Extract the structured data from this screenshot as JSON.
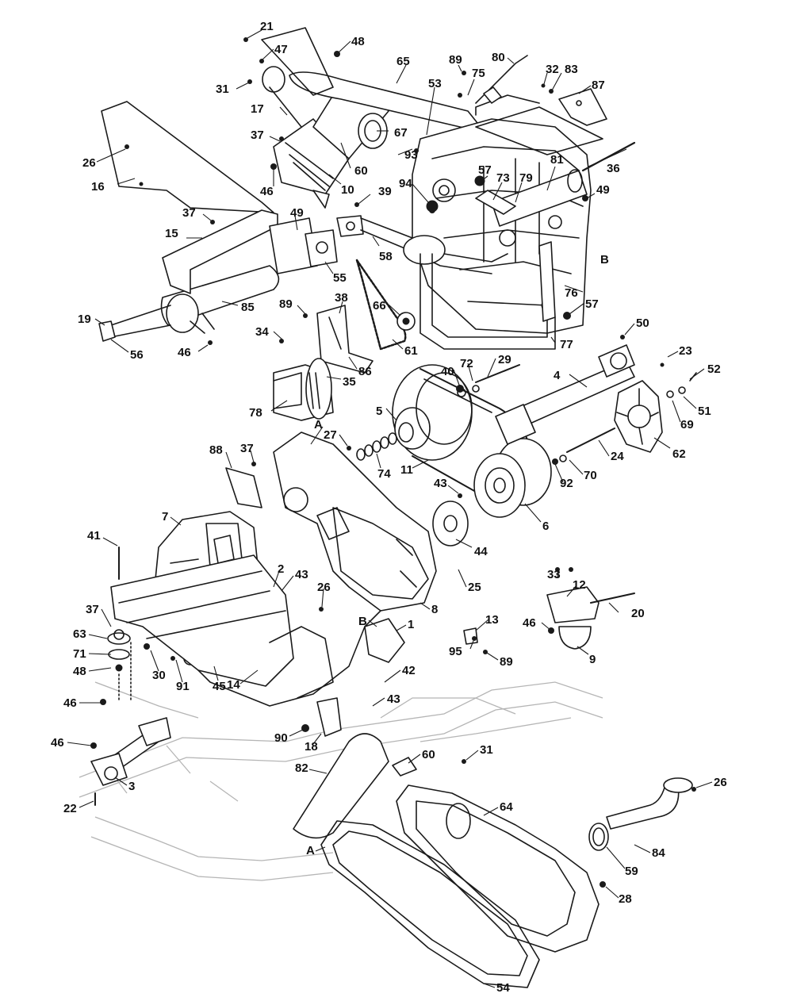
{
  "diagram": {
    "callouts": [
      {
        "id": "c21",
        "text": "21"
      },
      {
        "id": "c48a",
        "text": "48"
      },
      {
        "id": "c47",
        "text": "47"
      },
      {
        "id": "c31a",
        "text": "31"
      },
      {
        "id": "c65",
        "text": "65"
      },
      {
        "id": "c89a",
        "text": "89"
      },
      {
        "id": "c80",
        "text": "80"
      },
      {
        "id": "c75",
        "text": "75"
      },
      {
        "id": "c32",
        "text": "32"
      },
      {
        "id": "c83",
        "text": "83"
      },
      {
        "id": "c87",
        "text": "87"
      },
      {
        "id": "c53",
        "text": "53"
      },
      {
        "id": "c17",
        "text": "17"
      },
      {
        "id": "c67",
        "text": "67"
      },
      {
        "id": "c37a",
        "text": "37"
      },
      {
        "id": "c93",
        "text": "93"
      },
      {
        "id": "c26a",
        "text": "26"
      },
      {
        "id": "c60a",
        "text": "60"
      },
      {
        "id": "c36",
        "text": "36"
      },
      {
        "id": "c57a",
        "text": "57"
      },
      {
        "id": "c73",
        "text": "73"
      },
      {
        "id": "c79",
        "text": "79"
      },
      {
        "id": "c81",
        "text": "81"
      },
      {
        "id": "c16",
        "text": "16"
      },
      {
        "id": "c46a",
        "text": "46"
      },
      {
        "id": "c10",
        "text": "10"
      },
      {
        "id": "c94",
        "text": "94"
      },
      {
        "id": "c49a",
        "text": "49"
      },
      {
        "id": "c39",
        "text": "39"
      },
      {
        "id": "c37b",
        "text": "37"
      },
      {
        "id": "c49b",
        "text": "49"
      },
      {
        "id": "c15",
        "text": "15"
      },
      {
        "id": "c58",
        "text": "58"
      },
      {
        "id": "cB1",
        "text": "B"
      },
      {
        "id": "c55",
        "text": "55"
      },
      {
        "id": "c85",
        "text": "85"
      },
      {
        "id": "c76",
        "text": "76"
      },
      {
        "id": "c89b",
        "text": "89"
      },
      {
        "id": "c38",
        "text": "38"
      },
      {
        "id": "c66",
        "text": "66"
      },
      {
        "id": "c57b",
        "text": "57"
      },
      {
        "id": "c19",
        "text": "19"
      },
      {
        "id": "c34",
        "text": "34"
      },
      {
        "id": "c56",
        "text": "56"
      },
      {
        "id": "c46b",
        "text": "46"
      },
      {
        "id": "c61",
        "text": "61"
      },
      {
        "id": "c77",
        "text": "77"
      },
      {
        "id": "c50",
        "text": "50"
      },
      {
        "id": "c86",
        "text": "86"
      },
      {
        "id": "c23",
        "text": "23"
      },
      {
        "id": "c35",
        "text": "35"
      },
      {
        "id": "c72",
        "text": "72"
      },
      {
        "id": "c29",
        "text": "29"
      },
      {
        "id": "c40",
        "text": "40"
      },
      {
        "id": "c4",
        "text": "4"
      },
      {
        "id": "c52",
        "text": "52"
      },
      {
        "id": "c78",
        "text": "78"
      },
      {
        "id": "c5",
        "text": "5"
      },
      {
        "id": "c51",
        "text": "51"
      },
      {
        "id": "c69",
        "text": "69"
      },
      {
        "id": "cA1",
        "text": "A"
      },
      {
        "id": "c27",
        "text": "27"
      },
      {
        "id": "c62",
        "text": "62"
      },
      {
        "id": "c88",
        "text": "88"
      },
      {
        "id": "c37c",
        "text": "37"
      },
      {
        "id": "c24",
        "text": "24"
      },
      {
        "id": "c74",
        "text": "74"
      },
      {
        "id": "c11",
        "text": "11"
      },
      {
        "id": "c92",
        "text": "92"
      },
      {
        "id": "c70",
        "text": "70"
      },
      {
        "id": "c43a",
        "text": "43"
      },
      {
        "id": "c7",
        "text": "7"
      },
      {
        "id": "c6",
        "text": "6"
      },
      {
        "id": "c41",
        "text": "41"
      },
      {
        "id": "c44",
        "text": "44"
      },
      {
        "id": "c2",
        "text": "2"
      },
      {
        "id": "c43b",
        "text": "43"
      },
      {
        "id": "c25",
        "text": "25"
      },
      {
        "id": "c33",
        "text": "33"
      },
      {
        "id": "c12",
        "text": "12"
      },
      {
        "id": "c26b",
        "text": "26"
      },
      {
        "id": "c37d",
        "text": "37"
      },
      {
        "id": "c8",
        "text": "8"
      },
      {
        "id": "c20",
        "text": "20"
      },
      {
        "id": "cB2",
        "text": "B"
      },
      {
        "id": "c1",
        "text": "1"
      },
      {
        "id": "c63",
        "text": "63"
      },
      {
        "id": "c46c",
        "text": "46"
      },
      {
        "id": "c13",
        "text": "13"
      },
      {
        "id": "c71",
        "text": "71"
      },
      {
        "id": "c30",
        "text": "30"
      },
      {
        "id": "c48b",
        "text": "48"
      },
      {
        "id": "c91",
        "text": "91"
      },
      {
        "id": "c95",
        "text": "95"
      },
      {
        "id": "c89c",
        "text": "89"
      },
      {
        "id": "c9",
        "text": "9"
      },
      {
        "id": "c45",
        "text": "45"
      },
      {
        "id": "c14",
        "text": "14"
      },
      {
        "id": "c42",
        "text": "42"
      },
      {
        "id": "c46d",
        "text": "46"
      },
      {
        "id": "c43c",
        "text": "43"
      },
      {
        "id": "c90",
        "text": "90"
      },
      {
        "id": "c18",
        "text": "18"
      },
      {
        "id": "c46e",
        "text": "46"
      },
      {
        "id": "c31b",
        "text": "31"
      },
      {
        "id": "c60b",
        "text": "60"
      },
      {
        "id": "c82",
        "text": "82"
      },
      {
        "id": "c3",
        "text": "3"
      },
      {
        "id": "c22",
        "text": "22"
      },
      {
        "id": "c64",
        "text": "64"
      },
      {
        "id": "c26c",
        "text": "26"
      },
      {
        "id": "cA2",
        "text": "A"
      },
      {
        "id": "c84",
        "text": "84"
      },
      {
        "id": "c59",
        "text": "59"
      },
      {
        "id": "c28",
        "text": "28"
      },
      {
        "id": "c54",
        "text": "54"
      }
    ]
  },
  "colors": {
    "line": "#1a1a1a",
    "frame": "#b5b5b5",
    "background": "#ffffff"
  }
}
